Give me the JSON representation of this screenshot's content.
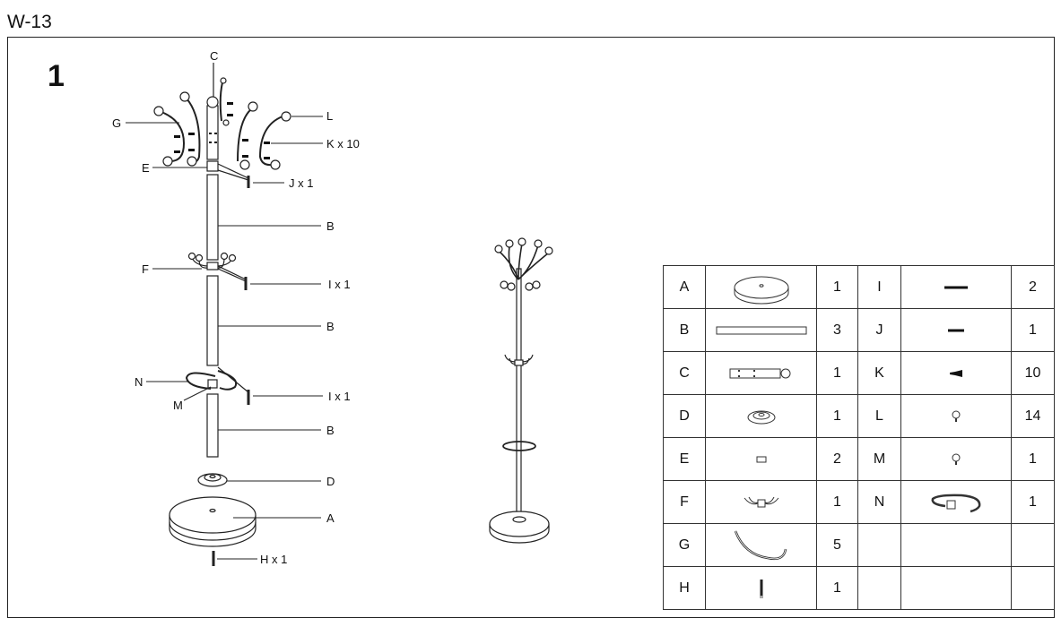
{
  "document": {
    "title": "W-13",
    "step_number": "1"
  },
  "callouts": {
    "c": "C",
    "g": "G",
    "l": "L",
    "k": "K x 10",
    "e": "E",
    "j": "J x 1",
    "b1": "B",
    "f": "F",
    "i1": "I x 1",
    "b2": "B",
    "n": "N",
    "m": "M",
    "i2": "I x 1",
    "b3": "B",
    "d": "D",
    "a": "A",
    "h": "H x 1"
  },
  "parts_table": [
    {
      "left": {
        "letter": "A",
        "icon": "base-disc-icon",
        "qty": "1"
      },
      "right": {
        "letter": "I",
        "icon": "bolt-long-icon",
        "qty": "2"
      }
    },
    {
      "left": {
        "letter": "B",
        "icon": "pole-tube-icon",
        "qty": "3"
      },
      "right": {
        "letter": "J",
        "icon": "bolt-short-icon",
        "qty": "1"
      }
    },
    {
      "left": {
        "letter": "C",
        "icon": "top-connector-icon",
        "qty": "1"
      },
      "right": {
        "letter": "K",
        "icon": "screw-icon",
        "qty": "10"
      }
    },
    {
      "left": {
        "letter": "D",
        "icon": "base-cap-icon",
        "qty": "1"
      },
      "right": {
        "letter": "L",
        "icon": "ball-knob-icon",
        "qty": "14"
      }
    },
    {
      "left": {
        "letter": "E",
        "icon": "connector-block-icon",
        "qty": "2"
      },
      "right": {
        "letter": "M",
        "icon": "ball-knob-icon",
        "qty": "1"
      }
    },
    {
      "left": {
        "letter": "F",
        "icon": "hook-cluster-icon",
        "qty": "1"
      },
      "right": {
        "letter": "N",
        "icon": "umbrella-ring-icon",
        "qty": "1"
      }
    },
    {
      "left": {
        "letter": "G",
        "icon": "curved-hook-icon",
        "qty": "5"
      },
      "right": null
    },
    {
      "left": {
        "letter": "H",
        "icon": "base-bolt-icon",
        "qty": "1"
      },
      "right": null
    }
  ]
}
